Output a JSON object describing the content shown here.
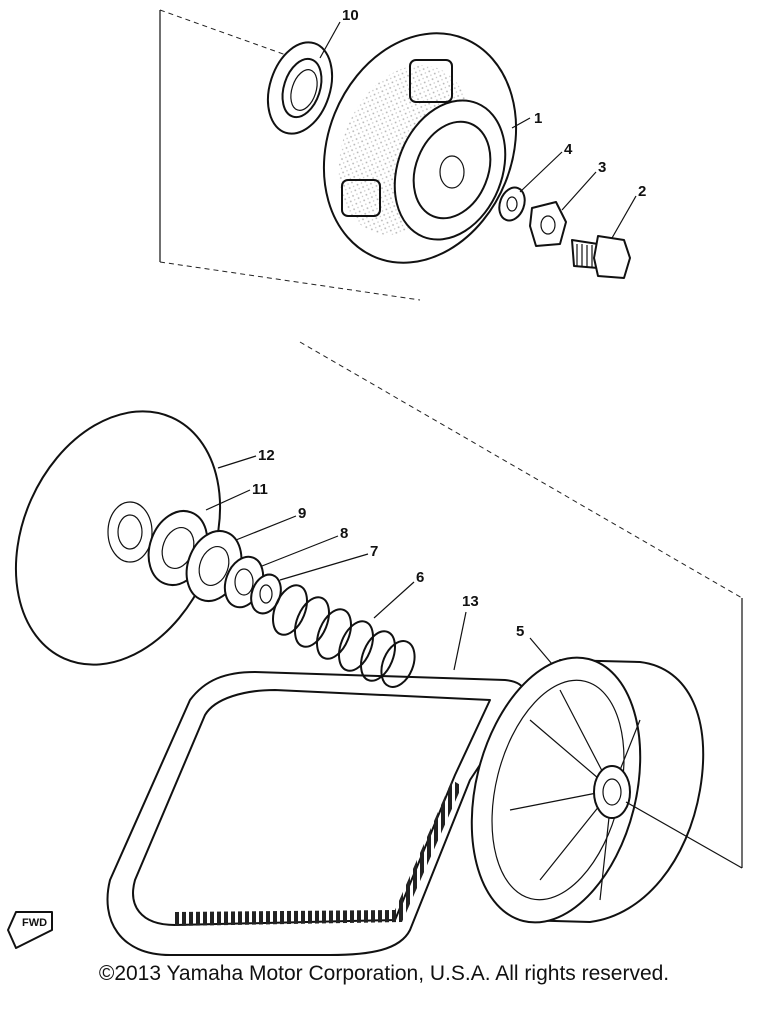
{
  "callouts": [
    "10",
    "1",
    "4",
    "3",
    "2",
    "12",
    "11",
    "9",
    "8",
    "7",
    "6",
    "13",
    "5"
  ],
  "direction_badge": "FWD",
  "copyright": "©2013 Yamaha Motor Corporation, U.S.A. All rights reserved.",
  "line_color": "#111111",
  "background": "#ffffff"
}
